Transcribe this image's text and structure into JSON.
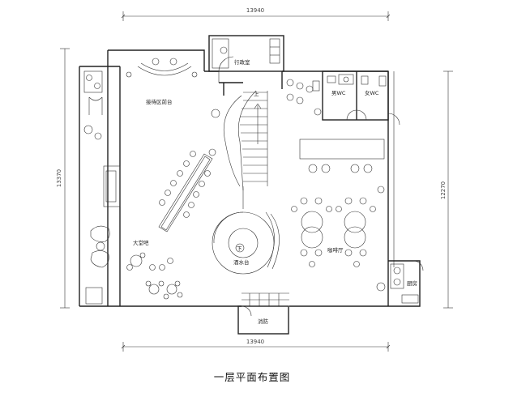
{
  "drawing": {
    "title": "一层平面布置图",
    "dimensions": {
      "top_width": "13940",
      "bottom_width": "13940",
      "left_height": "13370",
      "right_height": "12270"
    },
    "rooms": {
      "admin": "行政室",
      "reception": "接待区前台",
      "lobby_bar": "大堂吧",
      "fountain": "酒水台",
      "cafe": "咖啡厅",
      "mens_wc": "男WC",
      "womens_wc": "女WC",
      "kitchen": "厨房",
      "firefighting": "消防",
      "stair_up": "上",
      "stair_down": "下"
    }
  }
}
